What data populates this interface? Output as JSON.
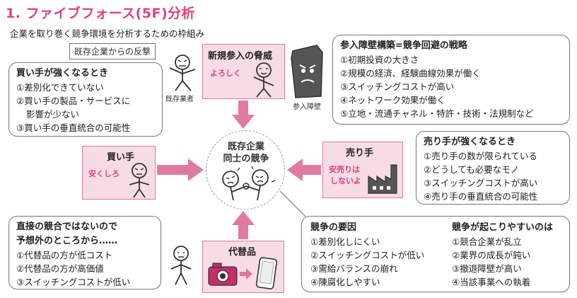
{
  "title": "1. ファイブフォース(5F)分析",
  "subtitle": "企業を取り巻く競争環境を分析するための枠組み",
  "center": {
    "line1": "既存企業",
    "line2": "同士の競争"
  },
  "new_entrants": {
    "label": "新規参入の脅威",
    "speech": "よろしく"
  },
  "existing_reaction": {
    "tag": "既存企業からの反撃",
    "figure_label": "既存業者"
  },
  "barrier": {
    "head": "参入障壁構築=競争回避の戦略",
    "items": [
      "①初期投資の大きさ",
      "②規模の経済、経験曲線効果が働く",
      "③スイッチングコストが高い",
      "④ネットワーク効果が働く",
      "⑤立地・流通チャネル・特許・技術・法規制など"
    ],
    "figure_label": "参入障壁"
  },
  "buyers": {
    "label": "買い手",
    "speech": "安くしろ",
    "head": "買い手が強くなるとき",
    "items": [
      "①差別化できていない",
      "②買い手の製品・サービスに",
      "影響が少ない",
      "③買い手の垂直統合の可能性"
    ]
  },
  "suppliers": {
    "label": "売り手",
    "speech_line1": "安売りは",
    "speech_line2": "しないよ",
    "head": "売り手が強くなるとき",
    "items": [
      "①売り手の数が限られている",
      "②どうしても必要なモノ",
      "③スイッチングコストが高い",
      "④売り手の垂直統合の可能性"
    ]
  },
  "substitutes": {
    "label": "代替品",
    "head_line1": "直接の競合ではないので",
    "head_line2": "予想外のところから……",
    "items": [
      "①代替品の方が低コスト",
      "②代替品の方が高価値",
      "③スイッチングコストが低い"
    ]
  },
  "rivalry": {
    "factors_head": "競争の要因",
    "factors": [
      "①差別化しにくい",
      "②スイッチングコストが低い",
      "③需給バランスの崩れ",
      "④陳腐化しやすい"
    ],
    "intense_head": "競争が起こりやすいのは",
    "intense": [
      "①競合企業が乱立",
      "②業界の成長が鈍い",
      "③撤退障壁が高い",
      "④当該事業への執着"
    ]
  },
  "colors": {
    "accent": "#e0417c",
    "arrow": "#e07aa0",
    "box_fill": "#f7dce6",
    "box_border": "#d87ca0"
  }
}
